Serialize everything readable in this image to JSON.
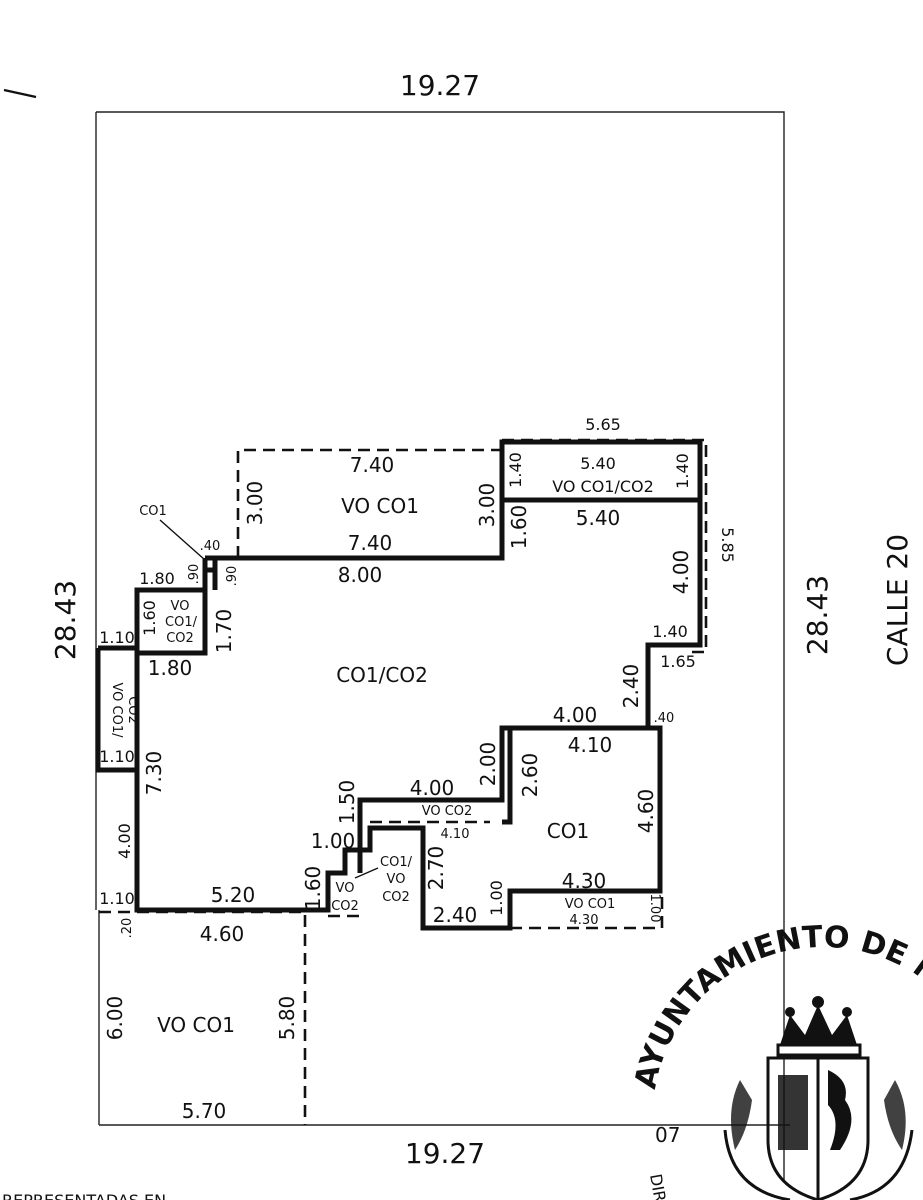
{
  "lot": {
    "top": "19.27",
    "bottom": "19.27",
    "left": "28.43",
    "right": "28.43",
    "street": "CALLE 20"
  },
  "zones": {
    "top_roof": "VO CO1",
    "right_roof": "VO CO1/CO2",
    "main": "CO1/CO2",
    "lower_right": "CO1",
    "bottom_left": "VO CO1",
    "small_left_a": "VO",
    "small_left_b": "CO1/",
    "small_left_c": "CO2",
    "left_strip_a": "VO CO1/",
    "left_strip_b": "CO2",
    "center_vo": "VO",
    "center_co2": "CO2",
    "center_b1": "CO1/",
    "center_b2": "VO",
    "center_b3": "CO2",
    "strip_vo_co2": "VO CO2",
    "strip_vo_co1": "VO CO1",
    "co1_callout": "CO1"
  },
  "dims": {
    "d565": "5.65",
    "d540a": "5.40",
    "d540b": "5.40",
    "d740a": "7.40",
    "d740b": "7.40",
    "d800": "8.00",
    "d300a": "3.00",
    "d300b": "3.00",
    "d140a": "1.40",
    "d140b": "1.40",
    "d160a": "1.60",
    "d585": "5.85",
    "d400a": "4.00",
    "d140c": "1.40",
    "d165": "1.65",
    "d240a": "2.40",
    "d040a": ".40",
    "d400b": "4.00",
    "d410a": "4.10",
    "d200": "2.00",
    "d260": "2.60",
    "d460": "4.60",
    "d400c": "4.00",
    "d150": "1.50",
    "d410b": "4.10",
    "d100a": "1.00",
    "d270": "2.70",
    "d430a": "4.30",
    "d430b": "4.30",
    "d100b": "1.00",
    "d100c": "1.00",
    "d240b": "2.40",
    "d160b": "1.60",
    "d040b": ".40",
    "d090a": ".90",
    "d090b": ".90",
    "d180a": "1.80",
    "d160c": "1.60",
    "d170": "1.70",
    "d180b": "1.80",
    "d110a": "1.10",
    "d110b": "1.10",
    "d730": "7.30",
    "d400d": "4.00",
    "d110c": "1.10",
    "d020": ".20",
    "d520": "5.20",
    "d460b": "4.60",
    "d600": "6.00",
    "d580": "5.80",
    "d570": "5.70"
  },
  "seal": {
    "arc_text": "AYUNTAMIENTO DE M",
    "frag_a": "07",
    "frag_b": "DIR"
  },
  "footer": {
    "text": "REPRESENTADAS EN"
  }
}
